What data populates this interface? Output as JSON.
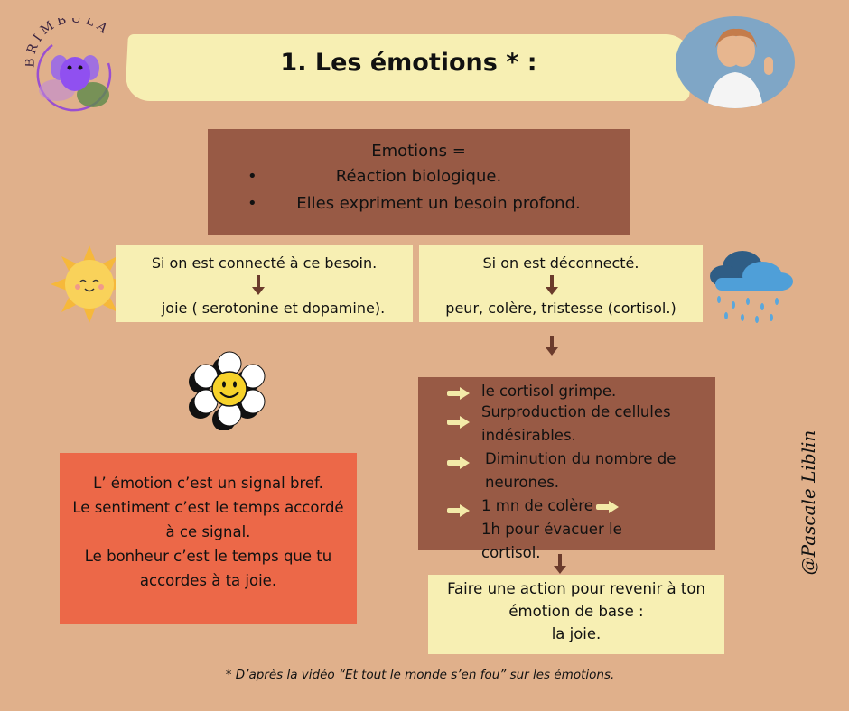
{
  "logo": {
    "text": "BRIMBULA"
  },
  "header": {
    "title": "1. Les émotions * :"
  },
  "definition": {
    "heading": "Emotions =",
    "bullets": [
      "Réaction biologique.",
      "Elles expriment un besoin profond."
    ]
  },
  "connected": {
    "condition": "Si on est connecté à ce besoin.",
    "result": "joie ( serotonine et dopamine)."
  },
  "disconnected": {
    "condition": "Si on est déconnecté.",
    "result": "peur, colère, tristesse (cortisol.)"
  },
  "effects": {
    "items": [
      "le cortisol grimpe.",
      "Surproduction de cellules indésirables.",
      "Diminution du nombre de neurones.",
      "1 mn de colère",
      "1h pour évacuer le cortisol."
    ]
  },
  "quote": {
    "lines": [
      "L’ émotion c’est un signal bref.",
      "Le sentiment c’est le temps accordé",
      "à ce signal.",
      "Le bonheur c’est le temps que tu",
      "accordes à ta joie."
    ]
  },
  "action": {
    "lines": [
      "Faire une action pour revenir à ton",
      "émotion de base :",
      "la joie."
    ]
  },
  "footnote": "* D’après la vidéo “Et tout le monde s’en fou” sur les émotions.",
  "signature": "@Pascale Liblin",
  "colors": {
    "background": "#e0b08b",
    "brown": "#985a45",
    "yellow": "#f7efb3",
    "red": "#ec6848"
  }
}
